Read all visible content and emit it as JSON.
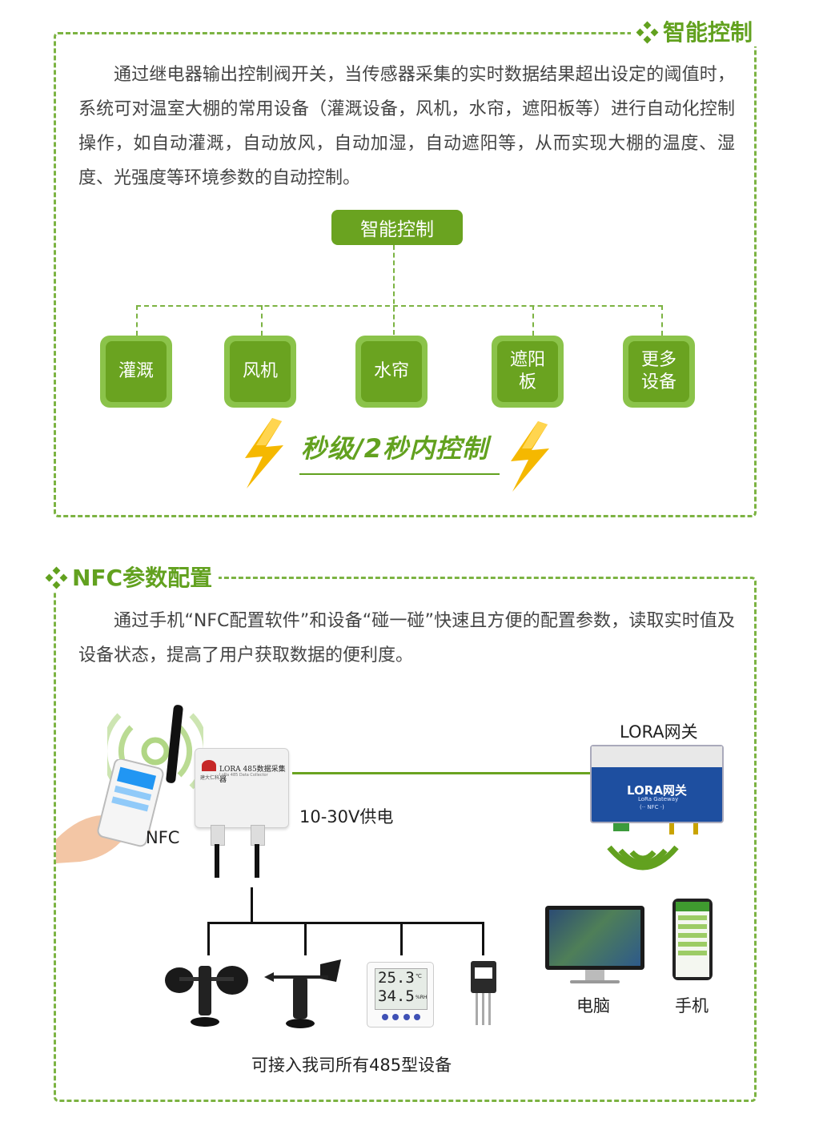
{
  "section1": {
    "title": "智能控制",
    "paragraph": "通过继电器输出控制阀开关，当传感器采集的实时数据结果超出设定的阈值时，系统可对温室大棚的常用设备（灌溉设备，风机，水帘，遮阳板等）进行自动化控制操作，如自动灌溉，自动放风，自动加湿，自动遮阳等，从而实现大棚的温度、湿度、光强度等环境参数的自动控制。",
    "root_label": "智能控制",
    "nodes": [
      {
        "label": "灌溉"
      },
      {
        "label": "风机"
      },
      {
        "label": "水帘"
      },
      {
        "label": "遮阳\n板"
      },
      {
        "label": "更多\n设备"
      }
    ],
    "speed_label": "秒级/2秒内控制"
  },
  "section2": {
    "title": "NFC参数配置",
    "paragraph": "通过手机“NFC配置软件”和设备“碰一碰”快速且方便的配置参数，读取实时值及设备状态，提高了用户获取数据的便利度。",
    "device_label": "LORA 485数据采集器",
    "device_sublabel": "LoRa 485 Data Collector",
    "brand": "建大仁科",
    "gateway_label": "LORA网关",
    "gateway_screen_title": "LORA网关",
    "gateway_screen_sub": "LoRa Gateway",
    "gateway_screen_nfc": "(·· NFC ·)",
    "nfc_label": "NFC",
    "power_label": "10-30V供电",
    "computer_label": "电脑",
    "phone_label": "手机",
    "sensor_caption": "可接入我司所有485型设备",
    "display_temp": "25.3",
    "display_temp_unit": "℃",
    "display_hum": "34.5",
    "display_hum_unit": "%RH"
  },
  "colors": {
    "accent": "#62a11f",
    "node": "#6aa320",
    "node_border": "#8bc34a",
    "gateway_blue": "#1e4fa0"
  }
}
